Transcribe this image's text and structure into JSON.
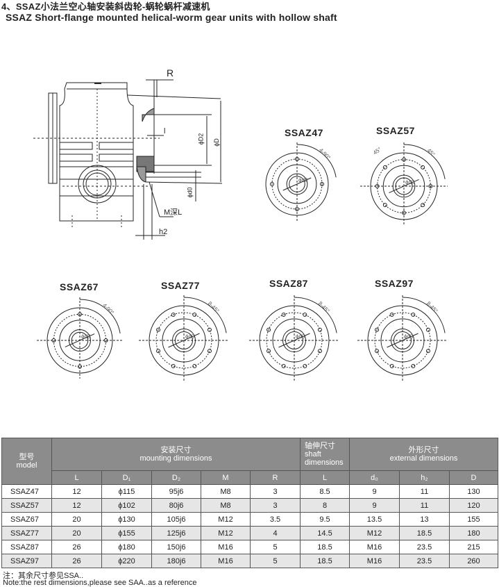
{
  "title_cn": "4、SSAZ小法兰空心轴安装斜齿轮-蜗轮蜗杆减速机",
  "title_en": "SSAZ Short-flange mounted helical-worm gear units with hollow shaft",
  "side_view": {
    "R": "R",
    "l": "l",
    "D2": "ϕD2",
    "D": "ϕD",
    "d0": "ϕd0",
    "M": "M深L",
    "h2": "h2"
  },
  "flanges": [
    {
      "name": "SSAZ47",
      "holes": 4,
      "angle_label": "4-90°"
    },
    {
      "name": "SSAZ57",
      "holes": 8,
      "angle_label": "45°",
      "angle_label2": "45°"
    },
    {
      "name": "SSAZ67",
      "holes": 4,
      "angle_label": "4-90°"
    },
    {
      "name": "SSAZ77",
      "holes": 8,
      "angle_label": "8-45°"
    },
    {
      "name": "SSAZ87",
      "holes": 8,
      "angle_label": "8-45°"
    },
    {
      "name": "SSAZ97",
      "holes": 8,
      "angle_label": "8-45°"
    }
  ],
  "bore_label": "ϕd0",
  "table": {
    "model_cn": "型号",
    "model_en": "model",
    "mount_cn": "安装尺寸",
    "mount_en": "mounting dimensions",
    "shaft_cn": "轴伸尺寸",
    "shaft_en1": "shaft",
    "shaft_en2": "dimensions",
    "ext_cn": "外形尺寸",
    "ext_en": "external dimensions",
    "cols": [
      "L",
      "D₁",
      "D₂",
      "M",
      "R",
      "L",
      "d₀",
      "h₂",
      "D"
    ],
    "rows": [
      [
        "SSAZ47",
        "12",
        "ϕ115",
        "95j6",
        "M8",
        "3",
        "8.5",
        "9",
        "11",
        "130"
      ],
      [
        "SSAZ57",
        "12",
        "ϕ102",
        "80j6",
        "M8",
        "3",
        "8",
        "9",
        "11",
        "120"
      ],
      [
        "SSAZ67",
        "20",
        "ϕ130",
        "105j6",
        "M12",
        "3.5",
        "9.5",
        "13.5",
        "13",
        "155"
      ],
      [
        "SSAZ77",
        "20",
        "ϕ155",
        "125j6",
        "M12",
        "4",
        "14.5",
        "M12",
        "18.5",
        "180"
      ],
      [
        "SSAZ87",
        "26",
        "ϕ180",
        "150j6",
        "M16",
        "5",
        "18.5",
        "M16",
        "23.5",
        "215"
      ],
      [
        "SSAZ97",
        "26",
        "ϕ220",
        "180j6",
        "M16",
        "5",
        "18.5",
        "M16",
        "23.5",
        "260"
      ]
    ]
  },
  "note_cn": "注：其余尺寸参见SSA..",
  "note_en": "Note:the rest dimensions,please see SAA..as a reference"
}
